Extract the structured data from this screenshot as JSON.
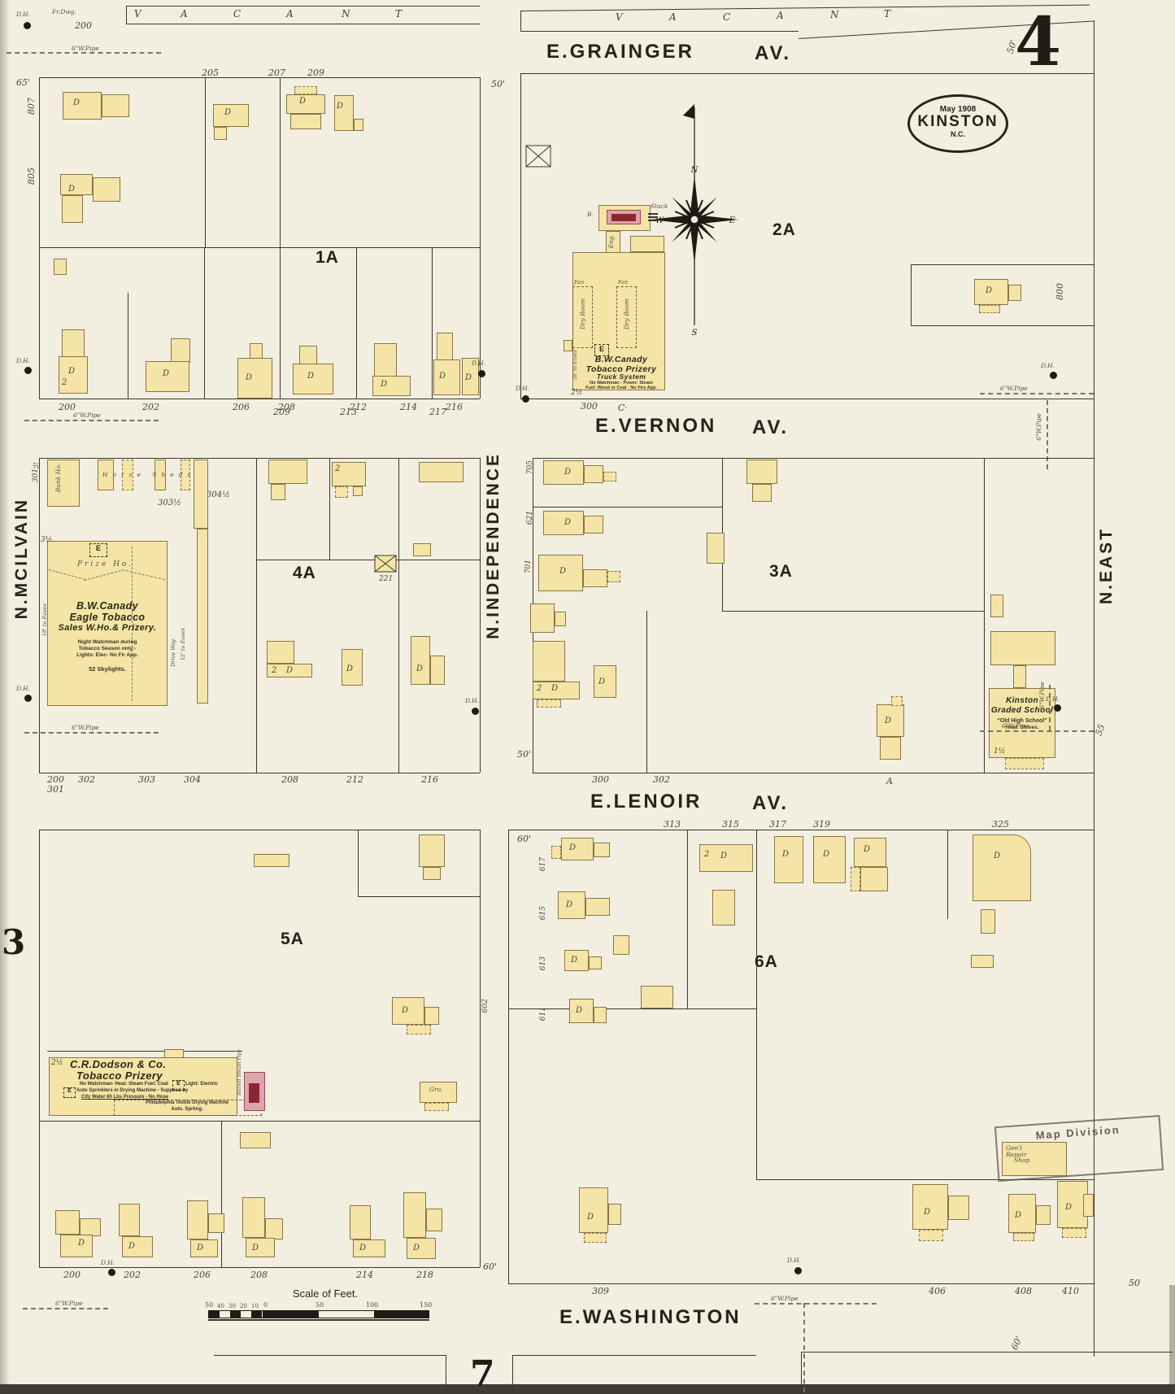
{
  "sheet": {
    "number": "4",
    "left_ref": "3",
    "bottom_ref": "7"
  },
  "stamp": {
    "date": "May 1908",
    "city": "KINSTON",
    "state": "N.C."
  },
  "streets": {
    "grainger": "E.GRAINGER",
    "vernon": "E.VERNON",
    "lenoir": "E.LENOIR",
    "washington": "E.WASHINGTON",
    "av": "AV.",
    "mcilvain": "N.MCILVAIN",
    "independence": "N.INDEPENDENCE",
    "east": "N.EAST"
  },
  "vacant": [
    "V",
    "A",
    "C",
    "A",
    "N",
    "T"
  ],
  "blocks": {
    "b1": "1A",
    "b2": "2A",
    "b3": "3A",
    "b4": "4A",
    "b5": "5A",
    "b6": "6A"
  },
  "compass": {
    "n": "N",
    "w": "W",
    "e": "E",
    "s": "S"
  },
  "scale_bar": {
    "title": "Scale of Feet.",
    "ticks": [
      "50",
      "40",
      "30",
      "20",
      "10",
      "0",
      "50",
      "100",
      "150"
    ]
  },
  "canady_truck": {
    "name1": "B.W.Canady",
    "name2": "Tobacco Prizery",
    "name3": "Truck System",
    "note1": "No Watchman - Power: Steam",
    "note2": "Fuel: Wood or Coal - No Fire App.",
    "fan": "Fan",
    "dry_room": "Dry Room",
    "boiler": "B.",
    "stack": "Stack",
    "engine": "Eng.",
    "eaves": "28' to Eaves",
    "height": "2½",
    "lot": "300",
    "cistern": "C·",
    "symbol": "E"
  },
  "canady_eagle": {
    "prize_house": "Prize Ho.",
    "name1": "B.W.Canady",
    "name2": "Eagle Tobacco",
    "name3": "Sales W.Ho.& Prizery.",
    "note1": "Night Watchman during",
    "note2": "Tobacco Season only:-",
    "note3": "Lights: Elec- No Fir App.",
    "note4": "52 Skylights.",
    "eaves_left": "18' to Eaves",
    "drive_way": "Drive Way",
    "eaves_right": "12' to Eaves",
    "height": "3½",
    "symbol": "E"
  },
  "school": {
    "name1": "Kinston",
    "name2": "Graded School",
    "name3": "“Old High School”",
    "note": "Heat: Stoves.",
    "height": "1½"
  },
  "dodson": {
    "height": "2½",
    "name1": "C.R.Dodson & Co.",
    "name2": "Tobacco Prizery",
    "note1": "No Watchman- Heat: Steam Fuel: Coal",
    "note2": "Light: Electric",
    "note3": "Auto Sprinklers in Drying Machine - Supplied by",
    "note4": "City Water 60 Lbs Pressure - No Hose",
    "note5": "Philadelphia Textile Drying Machine",
    "note6": "Auto. Sprkng.",
    "symbol": "E",
    "steam_pipe": "Buried Steam Pipe"
  },
  "features": {
    "dwelling": "D",
    "two": "2",
    "dh": "D.H.",
    "pipe": "6\"W.Pipe",
    "fr_dwg": "Fr.Dwg.",
    "fr_dwg_lot": "200",
    "horse_sheds": "Horse Sheds",
    "bunk_house": "Bunk Ho.",
    "gro": "Gro.",
    "map_stamp": "Map Division",
    "repair1": "Gen'l",
    "repair2": "Repair",
    "repair3": "Shop"
  },
  "lots": {
    "a1_top": [
      "205",
      "207",
      "209"
    ],
    "a1_left": [
      "807",
      "805"
    ],
    "a1_bottom": [
      "200",
      "202",
      "206",
      "208",
      "212",
      "214",
      "216"
    ],
    "a2_right": "800",
    "a4_top": [
      "209",
      "213",
      "217"
    ],
    "a4_sheds": [
      "301½",
      "303½",
      "304½"
    ],
    "a4_box": "221",
    "a4_bottom_left": [
      "200",
      "301",
      "302",
      "303",
      "304"
    ],
    "a4_bottom_right": [
      "208",
      "212",
      "216"
    ],
    "a3_left": [
      "705",
      "621",
      "701"
    ],
    "a3_bottom": [
      "300",
      "302",
      "A"
    ],
    "a5_right": "602",
    "a5_bottom": [
      "200",
      "202",
      "206",
      "208",
      "214",
      "218"
    ],
    "a6_top": [
      "313",
      "315",
      "317",
      "319",
      "325"
    ],
    "a6_left": [
      "617",
      "615",
      "613",
      "611"
    ],
    "a6_bottom": [
      "309",
      "406",
      "408",
      "410"
    ]
  },
  "dims": {
    "d65": "65'",
    "d50_top": "50'",
    "d50_tr": "50'",
    "d50_vernon": "50'",
    "d60_lenoir": "60'",
    "d55": "55",
    "d50_right": "50",
    "d60_wash": "60'",
    "d60_south": "60'"
  }
}
